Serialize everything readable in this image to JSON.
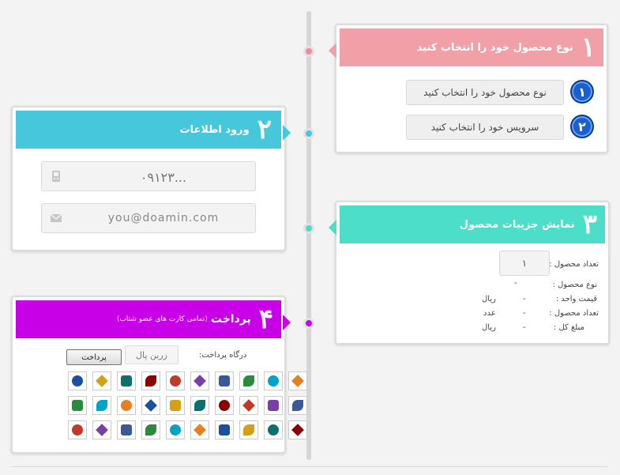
{
  "step1": {
    "number": "۱",
    "title": "نوع محصول خود را انتخاب کنید",
    "header_color": "#f2a0a8",
    "options": [
      {
        "number": "۱",
        "label": "نوع محصول خود را انتخاب کنید"
      },
      {
        "number": "۲",
        "label": "سرویس خود را انتخاب کنید"
      }
    ]
  },
  "step2": {
    "number": "۲",
    "title": "ورود اطلاعات",
    "header_color": "#46c7dc",
    "phone_placeholder": "۰۹۱۲۳...",
    "email_placeholder": "you@doamin.com",
    "phone_icon": "mobile-phone-icon",
    "email_icon": "envelope-icon"
  },
  "step3": {
    "number": "۳",
    "title": "نمایش جزییات محصول",
    "header_color": "#4cdec8",
    "quantity_label": "تعداد محصول :",
    "quantity_value": "۱",
    "rows": [
      {
        "label": "نوع محصول :",
        "value": "-",
        "unit": ""
      },
      {
        "label": "قیمت واحد :",
        "value": "-",
        "unit": "ریال"
      },
      {
        "label": "تعداد محصول :",
        "value": "-",
        "unit": "عدد"
      },
      {
        "label": "مبلغ کل :",
        "value": "-",
        "unit": "ریال"
      }
    ]
  },
  "step4": {
    "number": "۴",
    "title": "پرداخت",
    "subtitle": "(تمامی کارت های عضو شتاب)",
    "header_color": "#c800e8",
    "gateway_label": "درگاه پرداخت:",
    "gateway_value": "زرین پال",
    "pay_button": "پرداخت",
    "bank_logos": [
      "bank-logo-1",
      "bank-logo-2",
      "bank-logo-3",
      "bank-logo-4",
      "bank-logo-5",
      "bank-logo-6",
      "bank-logo-7",
      "bank-logo-8",
      "bank-logo-9",
      "bank-logo-10",
      "bank-logo-11",
      "bank-logo-12",
      "bank-logo-13",
      "bank-logo-14",
      "bank-logo-15",
      "bank-logo-16",
      "bank-logo-17",
      "bank-logo-18",
      "bank-logo-19",
      "bank-logo-20",
      "bank-logo-21",
      "bank-logo-22",
      "bank-logo-23",
      "bank-logo-24",
      "bank-logo-25",
      "bank-logo-26",
      "bank-logo-27",
      "bank-logo-28",
      "bank-logo-29",
      "bank-logo-30"
    ]
  },
  "timeline_dot_colors": [
    "#f08a98",
    "#46c7dc",
    "#4cdec8",
    "#c800e8"
  ]
}
